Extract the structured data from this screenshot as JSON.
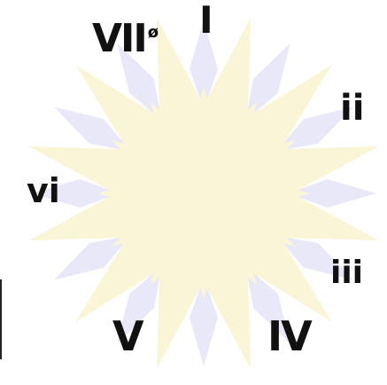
{
  "labels": {
    "tonic": "I",
    "supertonic": "ii",
    "mediant": "iii",
    "subdominant": "IV",
    "dominant": "V",
    "submediant": "vi",
    "leading": "VII",
    "leading_mark": "ø"
  },
  "colors": {
    "background": "#ffffff",
    "major_petals": "#fbf5d8",
    "minor_petals": "#e8e8f8",
    "ink": "#111111"
  }
}
